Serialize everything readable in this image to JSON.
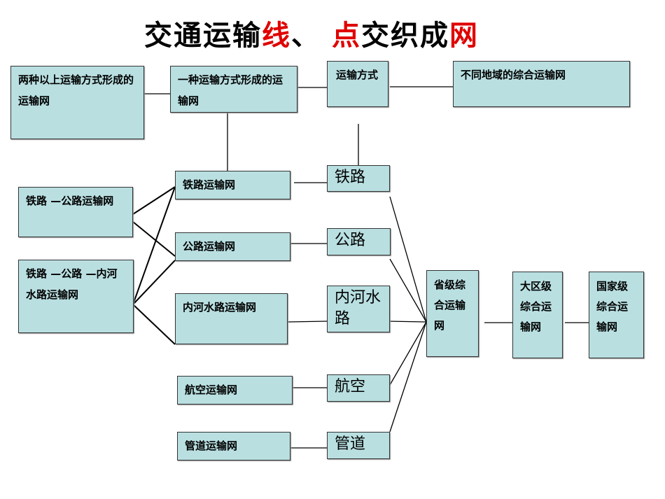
{
  "title": {
    "part1": "交通运输",
    "part2": "线",
    "part3": "、",
    "part4": "点",
    "part5": "交织成",
    "part6": "网",
    "accent": "#e00000"
  },
  "boxes": {
    "multi_mode": "两种以上运输方式形成的运输网",
    "single_mode": "一种运输方式形成的运输网",
    "transport_mode": "运输方式",
    "regional": "不同地域的综合运输网",
    "rail_road": "铁路 —公路运输网",
    "rail_road_river": "铁路 —公路 —内河水路运输网",
    "rail_net": "铁路运输网",
    "road_net": "公路运输网",
    "river_net": "内河水路运输网",
    "air_net": "航空运输网",
    "pipe_net": "管道运输网",
    "rail": "铁路",
    "road": "公路",
    "river": "内河水路",
    "air": "航空",
    "pipe": "管道",
    "provincial": "省级综合运输网",
    "regional_level": "大区级综合运输网",
    "national": "国家级综合运输网"
  },
  "colors": {
    "box_fill": "#b9dfe1"
  }
}
